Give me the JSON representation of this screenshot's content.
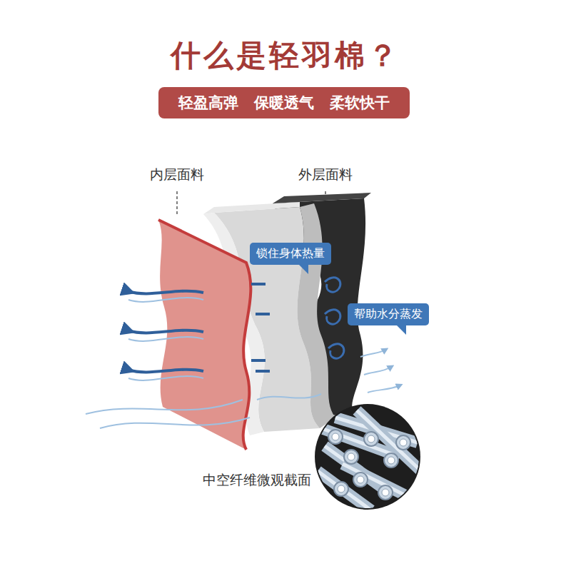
{
  "diagram": {
    "title": "什么是轻羽棉？",
    "nodes": [
      {
        "text": [
          "轻盈高弹",
          "保暖透气",
          "柔软快干"
        ]
      },
      {
        "text": [
          "锁住身体热量"
        ]
      },
      {
        "text": [
          "帮助水分蒸发"
        ]
      }
    ],
    "labels": [
      "内层面料",
      "外层面料",
      "中空纤维微观截面"
    ]
  }
}
